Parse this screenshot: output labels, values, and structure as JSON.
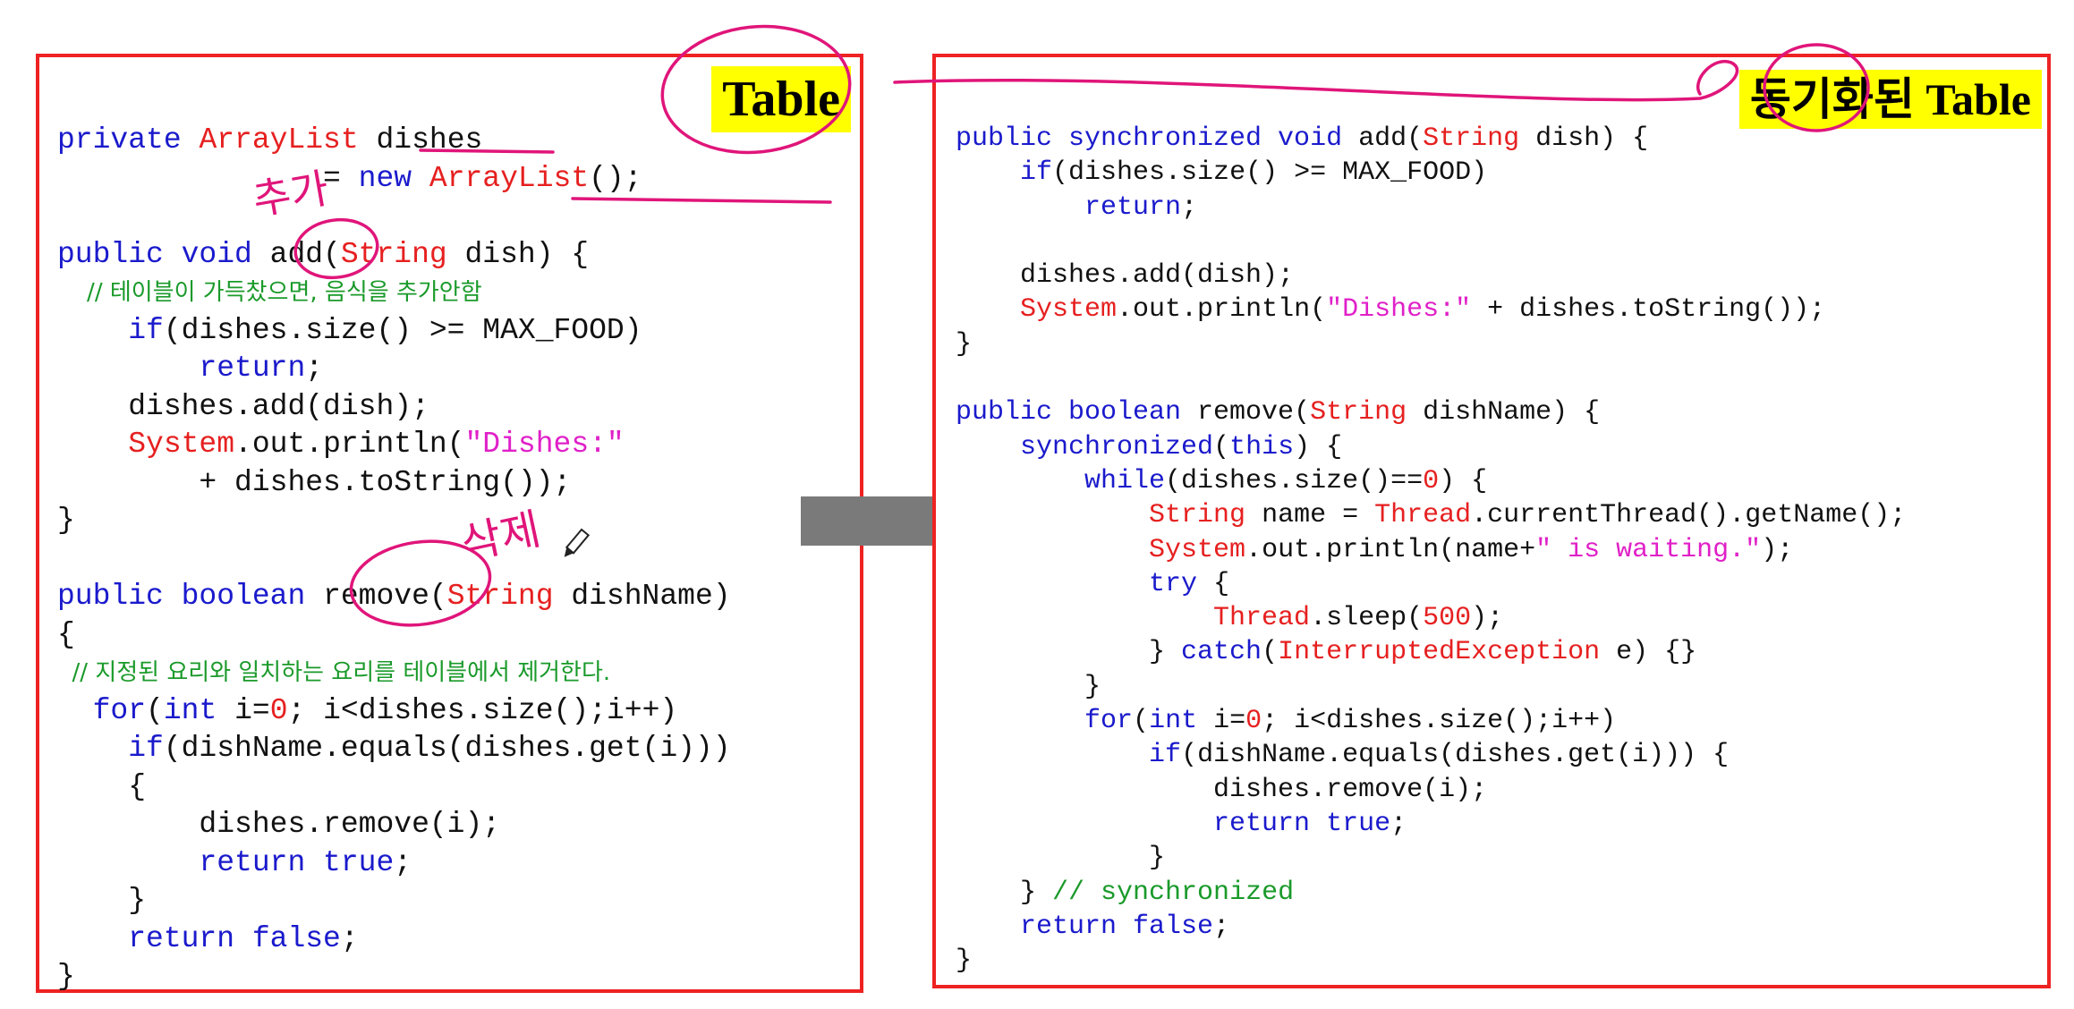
{
  "left_panel": {
    "title": "Table",
    "lines": [
      [
        {
          "t": "private ",
          "c": "kw"
        },
        {
          "t": "ArrayList",
          "c": "ty"
        },
        {
          "t": " dishes",
          "c": ""
        }
      ],
      [
        {
          "t": "               = ",
          "c": ""
        },
        {
          "t": "new",
          "c": "kw"
        },
        {
          "t": " ",
          "c": ""
        },
        {
          "t": "ArrayList",
          "c": "ty"
        },
        {
          "t": "();",
          "c": ""
        }
      ],
      [],
      [
        {
          "t": "public void ",
          "c": "kw"
        },
        {
          "t": "add(",
          "c": ""
        },
        {
          "t": "String",
          "c": "ty"
        },
        {
          "t": " dish) {",
          "c": ""
        }
      ],
      [
        {
          "t": "    // 테이블이 가득찼으면, 음식을 추가안함",
          "c": "cm"
        }
      ],
      [
        {
          "t": "    ",
          "c": ""
        },
        {
          "t": "if",
          "c": "kw"
        },
        {
          "t": "(dishes.size() >= MAX_FOOD)",
          "c": ""
        }
      ],
      [
        {
          "t": "        ",
          "c": ""
        },
        {
          "t": "return",
          "c": "kw"
        },
        {
          "t": ";",
          "c": ""
        }
      ],
      [
        {
          "t": "    dishes.add(dish);",
          "c": ""
        }
      ],
      [
        {
          "t": "    ",
          "c": ""
        },
        {
          "t": "System",
          "c": "ty"
        },
        {
          "t": ".out.println(",
          "c": ""
        },
        {
          "t": "\"Dishes:\"",
          "c": "st"
        }
      ],
      [
        {
          "t": "        + dishes.toString());",
          "c": ""
        }
      ],
      [
        {
          "t": "}",
          "c": ""
        }
      ],
      [],
      [
        {
          "t": "public boolean ",
          "c": "kw"
        },
        {
          "t": "remove(",
          "c": ""
        },
        {
          "t": "String",
          "c": "ty"
        },
        {
          "t": " dishName)",
          "c": ""
        }
      ],
      [
        {
          "t": "{",
          "c": ""
        }
      ],
      [
        {
          "t": "  // 지정된 요리와 일치하는 요리를 테이블에서 제거한다.",
          "c": "cm"
        }
      ],
      [
        {
          "t": "  ",
          "c": ""
        },
        {
          "t": "for",
          "c": "kw"
        },
        {
          "t": "(",
          "c": ""
        },
        {
          "t": "int",
          "c": "kw"
        },
        {
          "t": " i=",
          "c": ""
        },
        {
          "t": "0",
          "c": "nu"
        },
        {
          "t": "; i<dishes.size();i++)",
          "c": ""
        }
      ],
      [
        {
          "t": "    ",
          "c": ""
        },
        {
          "t": "if",
          "c": "kw"
        },
        {
          "t": "(dishName.equals(dishes.get(i)))",
          "c": ""
        }
      ],
      [
        {
          "t": "    {",
          "c": ""
        }
      ],
      [
        {
          "t": "        dishes.remove(i);",
          "c": ""
        }
      ],
      [
        {
          "t": "        ",
          "c": ""
        },
        {
          "t": "return true",
          "c": "kw"
        },
        {
          "t": ";",
          "c": ""
        }
      ],
      [
        {
          "t": "    }",
          "c": ""
        }
      ],
      [
        {
          "t": "    ",
          "c": ""
        },
        {
          "t": "return false",
          "c": "kw"
        },
        {
          "t": ";",
          "c": ""
        }
      ],
      [
        {
          "t": "}",
          "c": ""
        }
      ]
    ]
  },
  "right_panel": {
    "title": "동기화된 Table",
    "lines": [
      [
        {
          "t": "public synchronized void ",
          "c": "kw"
        },
        {
          "t": "add(",
          "c": ""
        },
        {
          "t": "String",
          "c": "ty"
        },
        {
          "t": " dish) {",
          "c": ""
        }
      ],
      [
        {
          "t": "    ",
          "c": ""
        },
        {
          "t": "if",
          "c": "kw"
        },
        {
          "t": "(dishes.size() >= MAX_FOOD)",
          "c": ""
        }
      ],
      [
        {
          "t": "        ",
          "c": ""
        },
        {
          "t": "return",
          "c": "kw"
        },
        {
          "t": ";",
          "c": ""
        }
      ],
      [],
      [
        {
          "t": "    dishes.add(dish);",
          "c": ""
        }
      ],
      [
        {
          "t": "    ",
          "c": ""
        },
        {
          "t": "System",
          "c": "ty"
        },
        {
          "t": ".out.println(",
          "c": ""
        },
        {
          "t": "\"Dishes:\"",
          "c": "st"
        },
        {
          "t": " + dishes.toString());",
          "c": ""
        }
      ],
      [
        {
          "t": "}",
          "c": ""
        }
      ],
      [],
      [
        {
          "t": "public boolean ",
          "c": "kw"
        },
        {
          "t": "remove(",
          "c": ""
        },
        {
          "t": "String",
          "c": "ty"
        },
        {
          "t": " dishName) {",
          "c": ""
        }
      ],
      [
        {
          "t": "    ",
          "c": ""
        },
        {
          "t": "synchronized",
          "c": "kw"
        },
        {
          "t": "(",
          "c": ""
        },
        {
          "t": "this",
          "c": "kw"
        },
        {
          "t": ") {",
          "c": ""
        }
      ],
      [
        {
          "t": "        ",
          "c": ""
        },
        {
          "t": "while",
          "c": "kw"
        },
        {
          "t": "(dishes.size()==",
          "c": ""
        },
        {
          "t": "0",
          "c": "nu"
        },
        {
          "t": ") {",
          "c": ""
        }
      ],
      [
        {
          "t": "            ",
          "c": ""
        },
        {
          "t": "String",
          "c": "ty"
        },
        {
          "t": " name = ",
          "c": ""
        },
        {
          "t": "Thread",
          "c": "ty"
        },
        {
          "t": ".currentThread().getName();",
          "c": ""
        }
      ],
      [
        {
          "t": "            ",
          "c": ""
        },
        {
          "t": "System",
          "c": "ty"
        },
        {
          "t": ".out.println(name+",
          "c": ""
        },
        {
          "t": "\" is waiting.\"",
          "c": "st"
        },
        {
          "t": ");",
          "c": ""
        }
      ],
      [
        {
          "t": "            ",
          "c": ""
        },
        {
          "t": "try",
          "c": "kw"
        },
        {
          "t": " {",
          "c": ""
        }
      ],
      [
        {
          "t": "                ",
          "c": ""
        },
        {
          "t": "Thread",
          "c": "ty"
        },
        {
          "t": ".sleep(",
          "c": ""
        },
        {
          "t": "500",
          "c": "nu"
        },
        {
          "t": ");",
          "c": ""
        }
      ],
      [
        {
          "t": "            } ",
          "c": ""
        },
        {
          "t": "catch",
          "c": "kw"
        },
        {
          "t": "(",
          "c": ""
        },
        {
          "t": "InterruptedException",
          "c": "ty"
        },
        {
          "t": " e) {}",
          "c": ""
        }
      ],
      [
        {
          "t": "        }",
          "c": ""
        }
      ],
      [
        {
          "t": "        ",
          "c": ""
        },
        {
          "t": "for",
          "c": "kw"
        },
        {
          "t": "(",
          "c": ""
        },
        {
          "t": "int",
          "c": "kw"
        },
        {
          "t": " i=",
          "c": ""
        },
        {
          "t": "0",
          "c": "nu"
        },
        {
          "t": "; i<dishes.size();i++)",
          "c": ""
        }
      ],
      [
        {
          "t": "            ",
          "c": ""
        },
        {
          "t": "if",
          "c": "kw"
        },
        {
          "t": "(dishName.equals(dishes.get(i))) {",
          "c": ""
        }
      ],
      [
        {
          "t": "                dishes.remove(i);",
          "c": ""
        }
      ],
      [
        {
          "t": "                ",
          "c": ""
        },
        {
          "t": "return true",
          "c": "kw"
        },
        {
          "t": ";",
          "c": ""
        }
      ],
      [
        {
          "t": "            }",
          "c": ""
        }
      ],
      [
        {
          "t": "    } ",
          "c": ""
        },
        {
          "t": "// synchronized",
          "c": "cm"
        }
      ],
      [
        {
          "t": "    ",
          "c": ""
        },
        {
          "t": "return false",
          "c": "kw"
        },
        {
          "t": ";",
          "c": ""
        }
      ],
      [
        {
          "t": "}",
          "c": ""
        }
      ]
    ]
  },
  "annotations": {
    "handwritten_1": "추가",
    "handwritten_2": "삭제"
  },
  "colors": {
    "border": "#ee2222",
    "highlight": "#ffff00",
    "keyword": "#1a1acc",
    "type": "#e62020",
    "string": "#e020c8",
    "comment": "#1a9a2a",
    "ink": "#e0157a",
    "arrow": "#7a7a7a"
  },
  "icons": [
    "right-arrow-icon",
    "pen-cursor-icon"
  ]
}
